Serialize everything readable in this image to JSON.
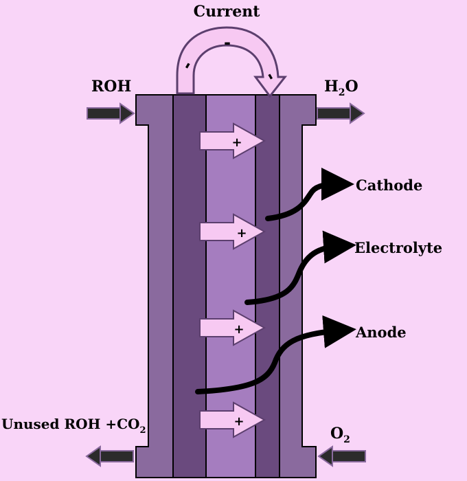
{
  "labels": {
    "current": "Current",
    "roh": "ROH",
    "h2o_main": "H",
    "h2o_sub": "2",
    "h2o_end": "O",
    "cathode": "Cathode",
    "electrolyte": "Electrolyte",
    "anode": "Anode",
    "unused_main": "Unused ROH +CO",
    "unused_sub": "2",
    "o2_main": "O",
    "o2_sub": "2"
  },
  "charges": {
    "electron": "-",
    "ion": "+"
  },
  "colors": {
    "background": "#f9d5f8",
    "outer_plate": "#8a6a9e",
    "electrode": "#6a4a7e",
    "electrolyte": "#a57dbf",
    "arrow_fill": "#f7c9f2",
    "arrow_stroke": "#5c3f6e",
    "flow_arrow": "#2b2b2b"
  },
  "icons": [
    "electron-flow-arrow",
    "ion-flow-arrow",
    "input-arrow",
    "output-arrow",
    "pointer-arrow"
  ]
}
